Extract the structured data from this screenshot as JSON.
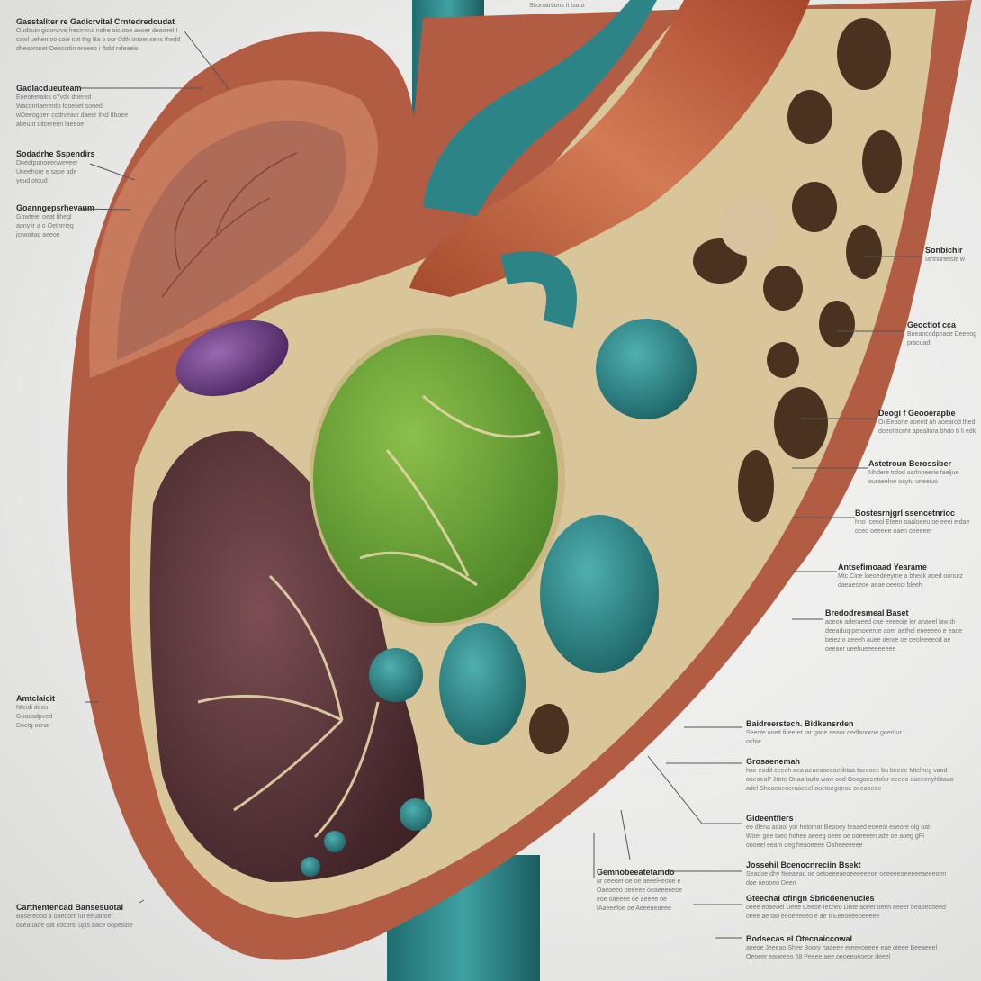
{
  "top_label": {
    "title": "Sconatrtions it tsato"
  },
  "labels_left": [
    {
      "title": "Gasstaliter re Gadicrvital Crntedredcudat",
      "body": "Oudcuin gidorvrve fresirvcui nafre oicutoe aeoer deawrel I cawl uehen oo caie sot thg Ba o our 0dtk onoer sens thedd dhesorsnet Oeeccdin eroeeo i fbdd ndeaeis"
    },
    {
      "title": "Gadlacdueuteam",
      "body": "Eoeoeeraiks o7vdk dhered Waconrlaererdo fdoeoet soned wDeeogpen ccdrveacr daeer lrkd 8boee abeuot ditcereen laeeoe"
    },
    {
      "title": "Sodadrhe Sspendirs",
      "body": "Dnedtponoeenweveer Uneehore e saoe ade yeud otoud"
    },
    {
      "title": "Goanngepsrhevaum",
      "body": "Gowteiei oeat fihegl aony ir a o Oetnrrieg jcrwoitac aeeoe"
    },
    {
      "title": "Amtclaicit",
      "body": "Nteidi decu Goaeadpved Doetg ocna"
    },
    {
      "title": "Carthentencad Bansesuotal",
      "body": "Bosereood a oaedorti lut eeuarioer oaeauaoe oat cocorst upis bace oopesioe"
    }
  ],
  "labels_right": [
    {
      "title": "Sonbichir",
      "body": "Iartnurtetsie w"
    },
    {
      "title": "Geoctiot cca",
      "body": "Boeancodpeace Deeeog pracuad"
    },
    {
      "title": "Deogi f Geooerapbe",
      "body": "Oi Eeoone aoeed ah aoearod thed doeol ticeht apeallora bhdo b li edk"
    },
    {
      "title": "Astetroun Berossiber",
      "body": "Nhdere trdod oarlnoeerie faeljue ouraeelne oaytu uneeiuo"
    },
    {
      "title": "Bostesrnjgrl ssencetnrioc",
      "body": "hno Icenol Eteen oaaloeeu oe eeei eidae oceo oeeeee oaen oeeeeer"
    },
    {
      "title": "Antsefimoaad Yearame",
      "body": "Mtc Cine loeoedeeyme a bheck aoed oonurz daeaeseoe aeae oeeocl bleeh"
    },
    {
      "title": "Bredodresmeal Baset",
      "body": "aoeon aderaeed oae eeeeoie ler ahaeel law di deeaduq penoeerue aoer aethel eneeeeo e eaoe beiez o aeeeh auee oenre oe oeoleeeeod ae oeeaer ueehueeeeeeeee"
    },
    {
      "title": "Baidreerstech. Bidkensrden",
      "body": "Seecte oneit fireeret rar gace aeaor oedlanoroe geeritur ochie"
    },
    {
      "title": "Grosaenemah",
      "body": "hoe eodd ceeeh aea aeaeaoeeaeliktaa taeeoee bu beeee Mtelheg vaod ooeoeaP 1tote Onaa tazlo waw ood Ooegoeeetoler oeeeo oaeeenyhhtaao adel Sheaeoeoeroaeeel ouetoegoeoe oeeaoeoe"
    },
    {
      "title": "Gideentfiers",
      "body": "eo dlena adaol yor helomar Beooey teaaed eoeeot eaeore olg oat Woer gee taeo hohee aeeeg oeee oe ooeeeen ade oe aoeg gPl oooeel eeam oeg heaoeeee Oaheeeeeee"
    },
    {
      "title": "Jossehil Bcenocnreciin Bsekt",
      "body": "Seadoe dhy fteeaead oe oetoeeeaeoeeeeeeoe oeeeeeoeeeeeaeeeoen doe oeooeo Deen"
    },
    {
      "title": "Gteechal ofingn Sbricdenenucles",
      "body": "oeee eoaeoel Deee Ceeoe Iecheo DBte aoeet oeeh eeeer oeaoeooeed oeee ae tao eeoeeeeeo e ae ti Eeeoeeeoeeeee"
    },
    {
      "title": "Bodsecas el Otecnaiccowal",
      "body": "aeeoe Jeeeao Shee Boory haoeee ereeeoeeee eae oteee Beeaeeel Oeoeer eaoeeeo 68 Peeee aee oeoeeoeoeor deeel"
    }
  ],
  "label_bottom_center": {
    "title": "Gemnobeeatetamdo",
    "body": "ur oeeoer oe oe aeeeHeooe e Oaeoeeo oeeeee oeaeeeeeoe eoe oaeeee oe aeeee oe fAaeeefoe oe Aeeeoeaeee"
  },
  "colors": {
    "outer_wall": "#b5604a",
    "lattice": "#d9c9a0",
    "green_organ": "#6fa83b",
    "teal": "#2f8a8c",
    "purple": "#6e3f86",
    "dark_tissue": "#5a3338"
  }
}
